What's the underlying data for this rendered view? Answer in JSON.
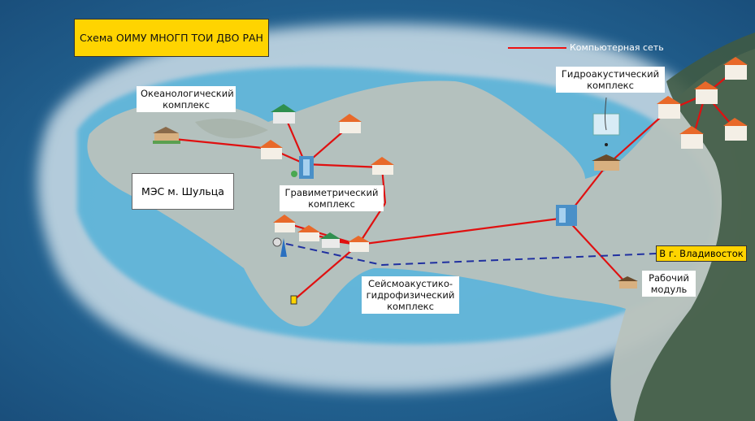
{
  "title": "Схема ОИМУ МНОГП ТОИ ДВО РАН",
  "legend": {
    "network_label": "Компьютерная сеть",
    "network_color": "#e01010"
  },
  "labels": {
    "oceanological": "Океанологический комплекс",
    "mes": "МЭС м. Шульца",
    "gravimetric": "Гравиметрический комплекс",
    "hydroacoustic": "Гидроакустический комплекс",
    "seismo": "Сейсмоакустико-гидрофизический комплекс",
    "work_module": "Рабочий модуль",
    "vladivostok": "В г. Владивосток"
  },
  "colors": {
    "network": "#e01010",
    "external_link": "#2030a0",
    "highlight_box": "#ffd400"
  }
}
